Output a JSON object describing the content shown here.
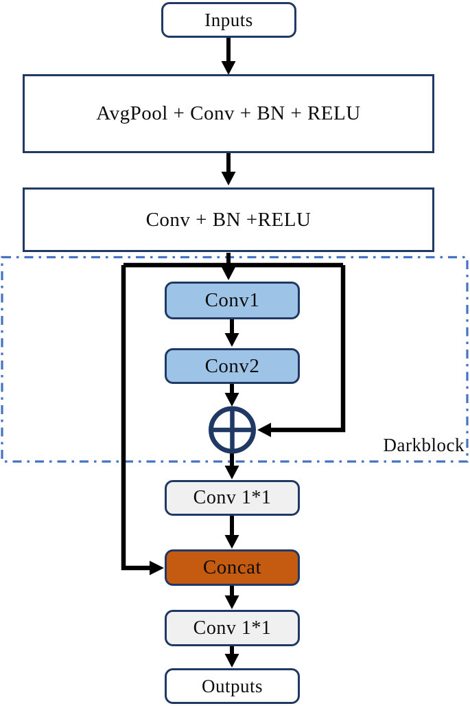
{
  "diagram": {
    "type": "flowchart",
    "nodes": {
      "inputs": "Inputs",
      "avgpool_conv_bn_relu": "AvgPool + Conv + BN + RELU",
      "conv_bn_relu": "Conv + BN +RELU",
      "conv1": "Conv1",
      "conv2": "Conv2",
      "conv_1x1_a": "Conv 1*1",
      "concat": "Concat",
      "conv_1x1_b": "Conv 1*1",
      "outputs": "Outputs"
    },
    "groups": {
      "darkblock": {
        "label": "Darkblock",
        "contains": [
          "conv1",
          "conv2",
          "add"
        ]
      }
    },
    "symbols": {
      "add": "circle-plus"
    },
    "edges": [
      {
        "from": "inputs",
        "to": "avgpool_conv_bn_relu",
        "type": "arrow"
      },
      {
        "from": "avgpool_conv_bn_relu",
        "to": "conv_bn_relu",
        "type": "arrow"
      },
      {
        "from": "conv_bn_relu",
        "to": "conv1",
        "type": "arrow"
      },
      {
        "from": "conv1",
        "to": "conv2",
        "type": "arrow"
      },
      {
        "from": "conv2",
        "to": "add",
        "type": "arrow"
      },
      {
        "from": "conv_bn_relu",
        "to": "add",
        "type": "skip-arrow-right"
      },
      {
        "from": "add",
        "to": "conv_1x1_a",
        "type": "arrow"
      },
      {
        "from": "conv_1x1_a",
        "to": "concat",
        "type": "arrow"
      },
      {
        "from": "conv_bn_relu",
        "to": "concat",
        "type": "skip-arrow-left"
      },
      {
        "from": "concat",
        "to": "conv_1x1_b",
        "type": "arrow"
      },
      {
        "from": "conv_1x1_b",
        "to": "outputs",
        "type": "arrow"
      }
    ],
    "colors": {
      "node_border": "#1f3864",
      "conv_fill": "#9dc3e6",
      "conv1x1_fill": "#f0f0f1",
      "concat_fill": "#c55a11",
      "plain_fill": "#ffffff",
      "darkblock_border": "#4472c4",
      "arrow": "#000000",
      "text": "#0d0d0d",
      "background": "#ffffff"
    }
  }
}
